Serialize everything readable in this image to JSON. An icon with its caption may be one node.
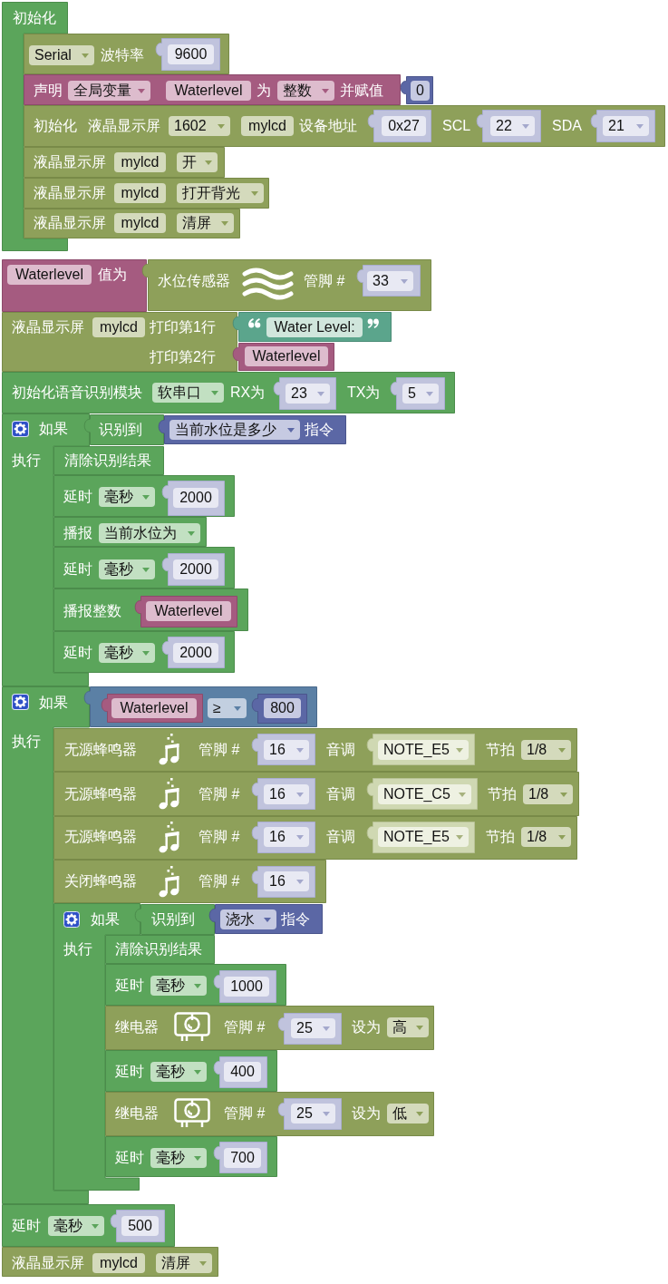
{
  "diagram": {
    "nodes": [
      {
        "text": [
          "初始化"
        ]
      },
      {
        "text": [
          "Serial",
          "波特率"
        ]
      },
      {
        "text": [
          "9600"
        ],
        "in": 1
      },
      {
        "text": [
          "声明",
          "全局变量",
          "Waterlevel",
          "为",
          "整数",
          "并赋值"
        ]
      },
      {
        "text": [
          "0"
        ]
      },
      {
        "text": [
          "初始化",
          "液晶显示屏",
          "1602",
          "mylcd",
          "设备地址",
          "SCL",
          "SDA"
        ]
      },
      {
        "text": [
          "0x27"
        ],
        "in": 5
      },
      {
        "text": [
          "22"
        ],
        "in": 5
      },
      {
        "text": [
          "21"
        ],
        "in": 5
      },
      {
        "text": [
          "液晶显示屏",
          "mylcd",
          "开"
        ]
      },
      {
        "text": [
          "液晶显示屏",
          "mylcd",
          "打开背光"
        ]
      },
      {
        "text": [
          "液晶显示屏",
          "mylcd",
          "清屏"
        ]
      },
      {
        "text": [
          "Waterlevel",
          "值为"
        ]
      },
      {
        "text": [
          "水位传感器",
          "管脚 #"
        ]
      },
      {
        "text": [
          "33"
        ],
        "in": 13
      },
      {
        "text": [
          "液晶显示屏",
          "mylcd",
          "打印第1行",
          "打印第2行"
        ]
      },
      {
        "text": [
          "Water Level:"
        ]
      },
      {
        "text": [
          "Waterlevel"
        ]
      },
      {
        "text": [
          "初始化语音识别模块",
          "软串口",
          "RX为",
          "TX为"
        ]
      },
      {
        "text": [
          "23"
        ],
        "in": 18
      },
      {
        "text": [
          "5"
        ],
        "in": 18
      },
      {
        "text": [
          "如果",
          "执行"
        ]
      },
      {
        "text": [
          "识别到"
        ]
      },
      {
        "text": [
          "当前水位是多少",
          "指令"
        ]
      },
      {
        "text": [
          "清除识别结果"
        ]
      },
      {
        "text": [
          "延时",
          "毫秒"
        ]
      },
      {
        "text": [
          "2000"
        ],
        "in": 25
      },
      {
        "text": [
          "播报",
          "当前水位为"
        ]
      },
      {
        "text": [
          "延时",
          "毫秒"
        ]
      },
      {
        "text": [
          "2000"
        ],
        "in": 28
      },
      {
        "text": [
          "播报整数"
        ]
      },
      {
        "text": [
          "Waterlevel"
        ],
        "in": 30
      },
      {
        "text": [
          "延时",
          "毫秒"
        ]
      },
      {
        "text": [
          "2000"
        ],
        "in": 32
      },
      {
        "text": [
          "如果",
          "执行"
        ]
      },
      {
        "text": [
          "≥"
        ]
      },
      {
        "text": [
          "Waterlevel"
        ],
        "in": 35
      },
      {
        "text": [
          "800"
        ],
        "in": 35
      },
      {
        "text": [
          "无源蜂鸣器",
          "管脚 #",
          "音调",
          "节拍",
          "1/8"
        ]
      },
      {
        "text": [
          "16"
        ],
        "in": 38
      },
      {
        "text": [
          "NOTE_E5"
        ],
        "in": 38
      },
      {
        "text": [
          "无源蜂鸣器",
          "管脚 #",
          "音调",
          "节拍",
          "1/8"
        ]
      },
      {
        "text": [
          "16"
        ],
        "in": 41
      },
      {
        "text": [
          "NOTE_C5"
        ],
        "in": 41
      },
      {
        "text": [
          "无源蜂鸣器",
          "管脚 #",
          "音调",
          "节拍",
          "1/8"
        ]
      },
      {
        "text": [
          "16"
        ],
        "in": 44
      },
      {
        "text": [
          "NOTE_E5"
        ],
        "in": 44
      },
      {
        "text": [
          "关闭蜂鸣器",
          "管脚 #"
        ]
      },
      {
        "text": [
          "16"
        ],
        "in": 47
      },
      {
        "text": [
          "如果",
          "执行"
        ]
      },
      {
        "text": [
          "识别到"
        ]
      },
      {
        "text": [
          "浇水",
          "指令"
        ]
      },
      {
        "text": [
          "清除识别结果"
        ]
      },
      {
        "text": [
          "延时",
          "毫秒"
        ]
      },
      {
        "text": [
          "1000"
        ],
        "in": 53
      },
      {
        "text": [
          "继电器",
          "管脚 #",
          "设为",
          "高"
        ]
      },
      {
        "text": [
          "25"
        ],
        "in": 55
      },
      {
        "text": [
          "延时",
          "毫秒"
        ]
      },
      {
        "text": [
          "400"
        ],
        "in": 57
      },
      {
        "text": [
          "继电器",
          "管脚 #",
          "设为",
          "低"
        ]
      },
      {
        "text": [
          "25"
        ],
        "in": 59
      },
      {
        "text": [
          "延时",
          "毫秒"
        ]
      },
      {
        "text": [
          "700"
        ],
        "in": 61
      },
      {
        "text": [
          "延时",
          "毫秒"
        ]
      },
      {
        "text": [
          "500"
        ],
        "in": 63
      },
      {
        "text": [
          "液晶显示屏",
          "mylcd",
          "清屏"
        ]
      }
    ]
  }
}
